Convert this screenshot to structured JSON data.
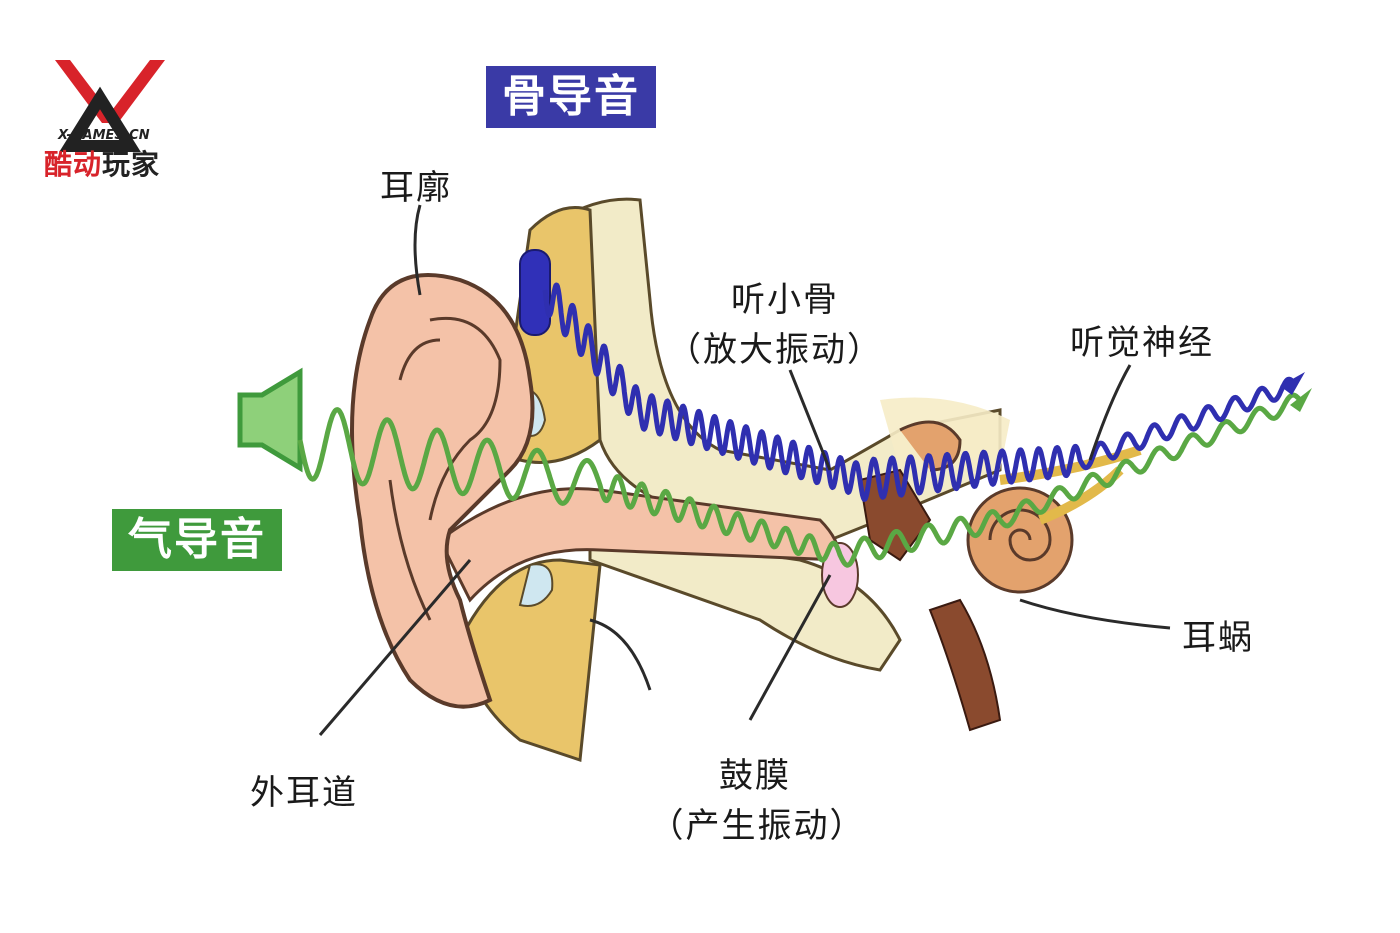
{
  "logo": {
    "sub_text": "X-GAMES-CN",
    "cn_red": "酷动",
    "cn_dark": "玩家",
    "colors": {
      "red": "#d8232a",
      "dark": "#222222"
    }
  },
  "tags": {
    "bone_conduction": "骨导音",
    "air_conduction": "气导音",
    "colors": {
      "bone": "#3a3aa6",
      "air": "#3f9a3c"
    }
  },
  "labels": {
    "pinna": "耳廓",
    "ossicles": "听小骨",
    "ossicles_note": "（放大振动）",
    "auditory_nerve": "听觉神经",
    "cochlea": "耳蜗",
    "ear_canal": "外耳道",
    "eardrum": "鼓膜",
    "eardrum_note": "（产生振动）"
  },
  "waves": {
    "bone_color": "#2f2fb0",
    "air_color": "#5aa844"
  },
  "icons": {
    "speaker": "speaker-icon",
    "bone_device": "bone-conduction-earphone-icon"
  }
}
